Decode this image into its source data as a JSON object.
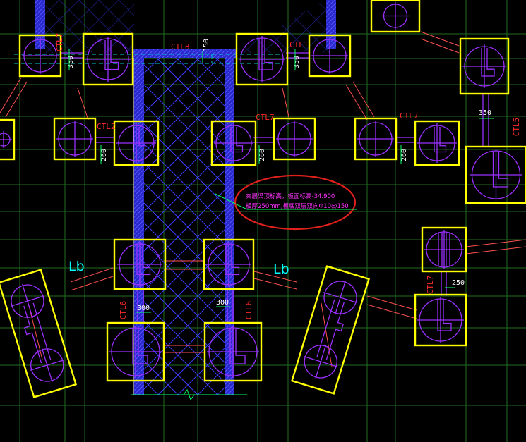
{
  "colors": {
    "background": "#000000",
    "grid": "#1f6e1f",
    "pile_box": "#ffff00",
    "pile_symbol": "#9b30ff",
    "beam_label": "#ff2a2a",
    "dimension": "#ffffff",
    "dimension_mark": "#00ff66",
    "hatch": "#3b3bff",
    "dashed_axis": "#00c8c8",
    "note_text": "#ff33ff",
    "note_ellipse": "#e0201c",
    "lb_text": "#00ffff",
    "tie_lines": "#ff5050"
  },
  "labels": {
    "ctl7_a": "CTL7",
    "ctl8": "CTL8",
    "ctl1": "CTL1",
    "ctl2": "CTL2",
    "ctl7_b": "CTL7",
    "ctl7_c": "CTL7",
    "ctl5": "CTL5",
    "ctl6_a": "CTL6",
    "ctl6_b": "CTL6",
    "ctl7_d": "CTL7"
  },
  "dimensions": {
    "d350_a": "350",
    "d150": "150",
    "d350_b": "350",
    "d350_c": "350",
    "d260_a": "260",
    "d260_b": "260",
    "d260_c": "260",
    "d300_a": "300",
    "d300_b": "300",
    "d250": "250"
  },
  "lb": {
    "left": "Lb",
    "right": "Lb"
  },
  "note": {
    "line1": "夹层梁顶标高，板面标高-34.900",
    "line2": "板厚250mm,板底双层双向Φ10@150"
  }
}
